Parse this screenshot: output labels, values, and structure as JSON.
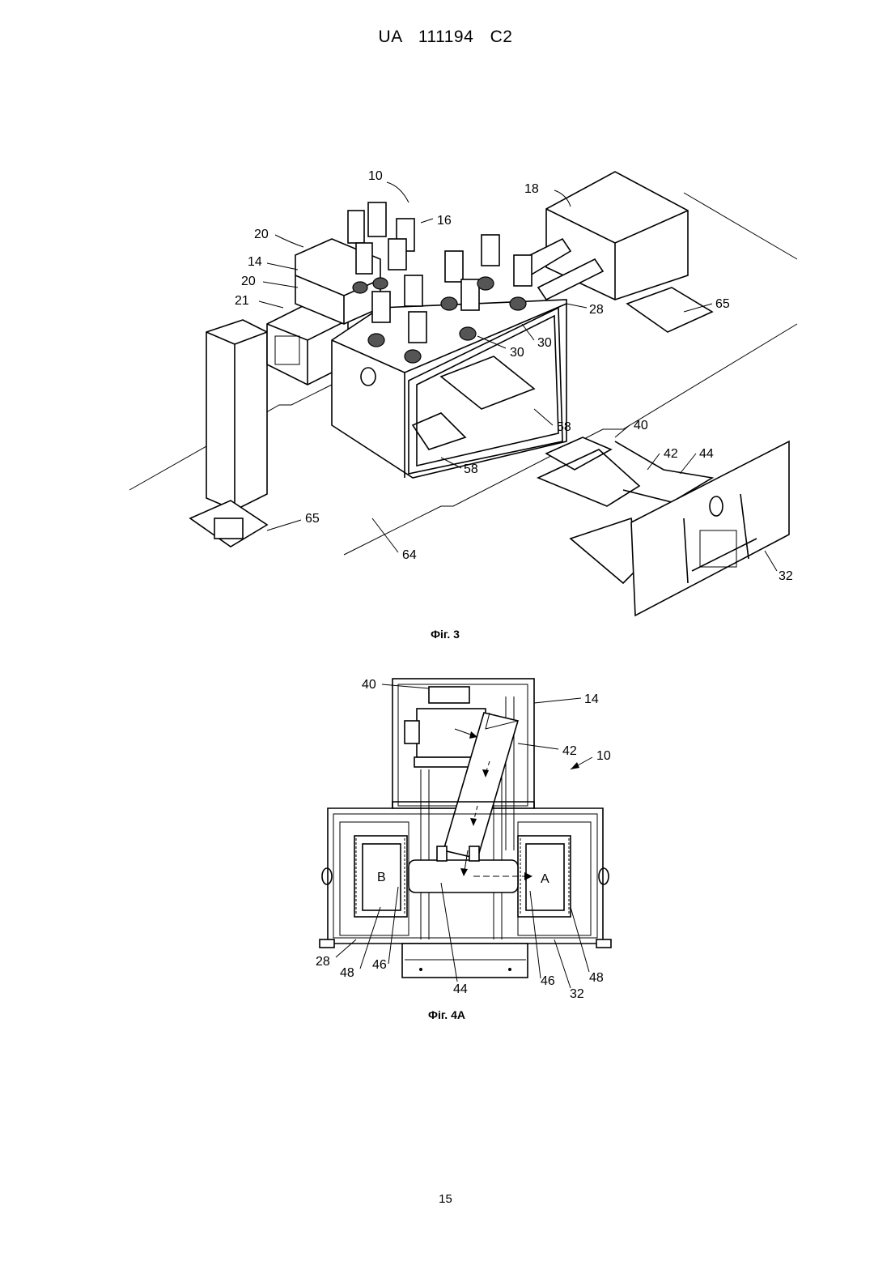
{
  "header": {
    "text": "UA   111194   C2"
  },
  "figures": [
    {
      "id": "fig3",
      "caption": "Фіг. 3",
      "labels": {
        "l10": "10",
        "l16": "16",
        "l18": "18",
        "l20a": "20",
        "l14": "14",
        "l20b": "20",
        "l21": "21",
        "l28": "28",
        "l65a": "65",
        "l30a": "30",
        "l30b": "30",
        "l58a": "58",
        "l58b": "58",
        "l40": "40",
        "l42": "42",
        "l44": "44",
        "l65b": "65",
        "l64": "64",
        "l32": "32"
      }
    },
    {
      "id": "fig4a",
      "caption": "Фіг. 4A",
      "labels": {
        "l40": "40",
        "l14": "14",
        "l42": "42",
        "l10": "10",
        "lB": "B",
        "lA": "A",
        "l28": "28",
        "l48a": "48",
        "l46a": "46",
        "l44": "44",
        "l46b": "46",
        "l32": "32",
        "l48b": "48"
      }
    }
  ],
  "page_number": "15"
}
